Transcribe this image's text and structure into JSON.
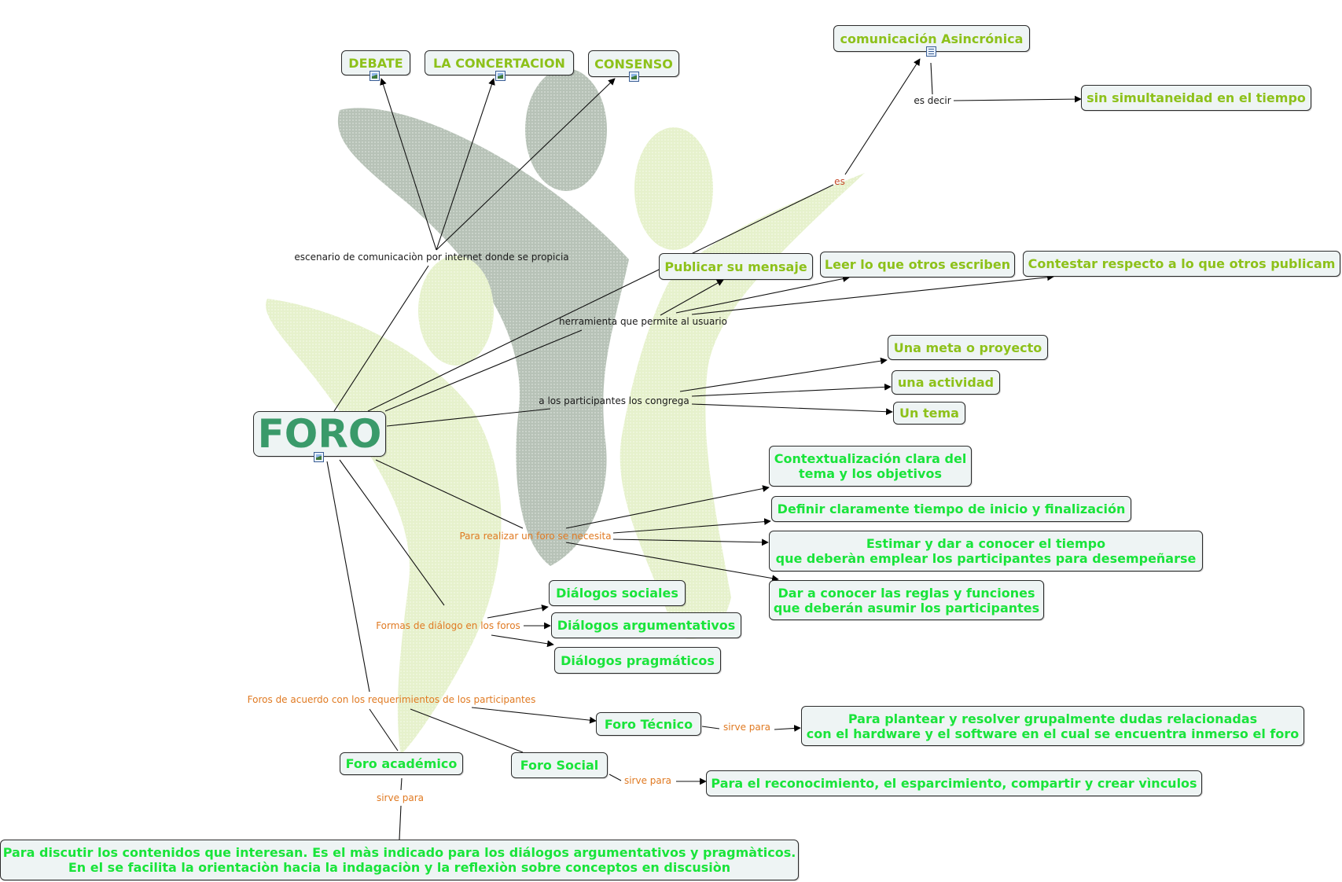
{
  "colors": {
    "node_fill": "#eef4f4",
    "lime_text": "#8dc11a",
    "bright_green_text": "#19e43a",
    "root_text": "#3a9a6a",
    "label_orange": "#e07a22",
    "label_dark": "#1a1a1a",
    "background_figure_gray": "#a9b5a9",
    "background_figure_lime": "#e3f0c7"
  },
  "nodes": {
    "foro": "FORO",
    "debate": "DEBATE",
    "la_concertacion": "LA CONCERTACION",
    "consenso": "CONSENSO",
    "comunicacion_asincronica": "comunicación Asincrónica",
    "sin_simultaneidad": "sin simultaneidad en el tiempo",
    "publicar_mensaje": "Publicar su mensaje",
    "leer_otros": "Leer lo que otros escriben",
    "contestar_otros": "Contestar respecto a lo que otros publicam",
    "meta_proyecto": "Una meta o proyecto",
    "una_actividad": "una actividad",
    "un_tema": "Un tema",
    "contextualizacion": "Contextualización clara del\ntema y los objetivos",
    "definir_tiempo": "Definir claramente tiempo de inicio y finalización",
    "estimar_tiempo": "Estimar y dar a conocer el tiempo\n que deberàn emplear los participantes para desempeñarse",
    "dar_reglas": "Dar a conocer las reglas y funciones\nque deberán asumir los participantes",
    "dialogos_sociales": "Diálogos sociales",
    "dialogos_argumentativos": "Diálogos argumentativos",
    "dialogos_pragmaticos": "Diálogos pragmáticos",
    "foro_tecnico": "Foro Técnico",
    "plantear_dudas": "Para plantear y resolver grupalmente dudas relacionadas\ncon el hardware y el software en el cual se encuentra inmerso el foro",
    "foro_social": "Foro Social",
    "reconocimiento": "Para el reconocimiento, el esparcimiento, compartir y crear vìnculos",
    "foro_academico": "Foro académico",
    "discutir_contenidos": "Para discutir los contenidos que interesan. Es el màs indicado para los diálogos argumentativos y pragmàticos.\nEn el se facilita la orientaciòn hacia la indagaciòn y la reflexiòn sobre conceptos en discusiòn"
  },
  "linking_phrases": {
    "escenario": "escenario de comunicaciòn por internet donde se propicia",
    "es": "es",
    "es_decir": "es decir",
    "herramienta": "herramienta que permite al usuario",
    "congrega": "a los participantes los congrega",
    "para_realizar": "Para realizar un foro se necesita",
    "formas_dialogo": "Formas de diálogo en los foros",
    "foros_acuerdo": "Foros de acuerdo con los requerimientos de los participantes",
    "sirve_tecnico": "sirve para",
    "sirve_social": "sirve para",
    "sirve_academico": "sirve para"
  },
  "icons": {
    "foro": "image-icon",
    "debate": "image-icon",
    "la_concertacion": "image-icon",
    "consenso": "image-icon",
    "comunicacion_asincronica": "document-icon"
  }
}
